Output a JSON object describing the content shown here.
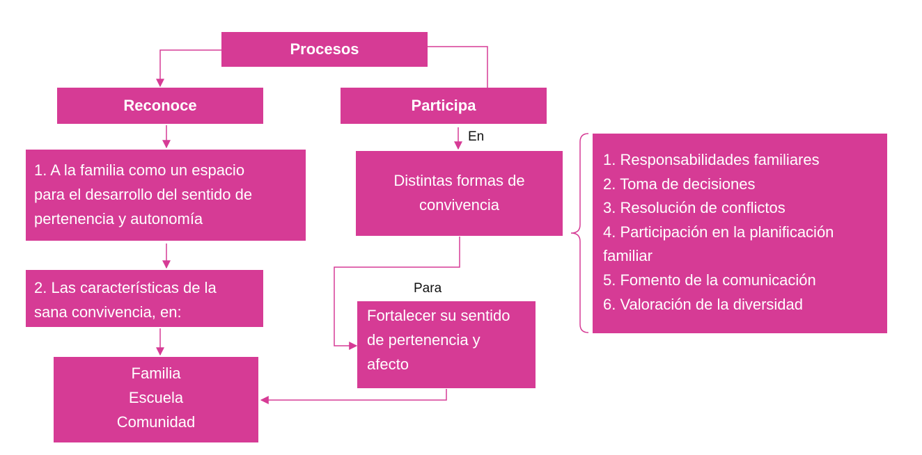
{
  "colors": {
    "box_fill": "#d63b95",
    "box_text": "#ffffff",
    "connector": "#d63b95",
    "label_text": "#111111"
  },
  "root": {
    "label": "Procesos"
  },
  "left": {
    "header": "Reconoce",
    "item1": {
      "line1": "1. A la familia como un espacio",
      "line2": "para el desarrollo del sentido de",
      "line3": "pertenencia y autonomía"
    },
    "item2": {
      "line1": "2. Las características de la",
      "line2": "sana convivencia, en:"
    },
    "contexts": [
      "Familia",
      "Escuela",
      "Comunidad"
    ]
  },
  "right": {
    "header": "Participa",
    "connector_en": "En",
    "forms": {
      "line1": "Distintas formas de",
      "line2": "convivencia"
    },
    "connector_para": "Para",
    "purpose": {
      "line1": "Fortalecer su sentido",
      "line2": "de pertenencia y",
      "line3": "afecto"
    }
  },
  "list": {
    "items": [
      "1. Responsabilidades familiares",
      "2. Toma de decisiones",
      "3. Resolución de conflictos",
      "4. Participación en la planificación",
      "familiar",
      "5. Fomento de la comunicación",
      "6. Valoración de la diversidad"
    ]
  }
}
